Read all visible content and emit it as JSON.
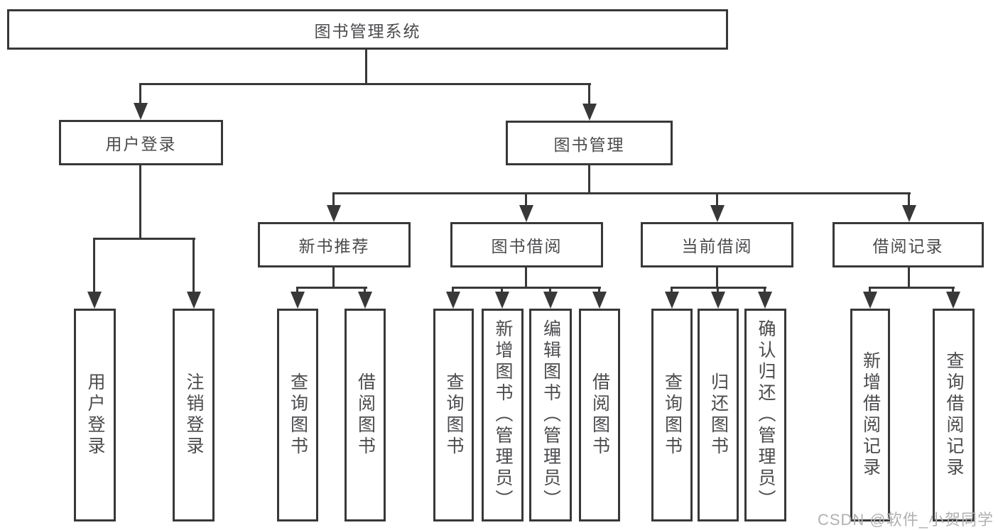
{
  "colors": {
    "line": "#383838",
    "text": "#4b4b4e",
    "watermark": "#b2b0b1",
    "background": "#ffffff"
  },
  "tree": {
    "root": "图书管理系统",
    "branches": [
      {
        "label": "用户登录",
        "children": [
          "用户登录",
          "注销登录"
        ]
      },
      {
        "label": "图书管理",
        "sections": [
          {
            "label": "新书推荐",
            "children": [
              "查询图书",
              "借阅图书"
            ]
          },
          {
            "label": "图书借阅",
            "children": [
              "查询图书",
              "新增图书（管理员）",
              "编辑图书（管理员）",
              "借阅图书"
            ]
          },
          {
            "label": "当前借阅",
            "children": [
              "查询图书",
              "归还图书",
              "确认归还（管理员）"
            ]
          },
          {
            "label": "借阅记录",
            "children": [
              "新增借阅记录",
              "查询借阅记录"
            ]
          }
        ]
      }
    ]
  },
  "watermark": {
    "text": "CSDN @软件_小贺同学"
  }
}
